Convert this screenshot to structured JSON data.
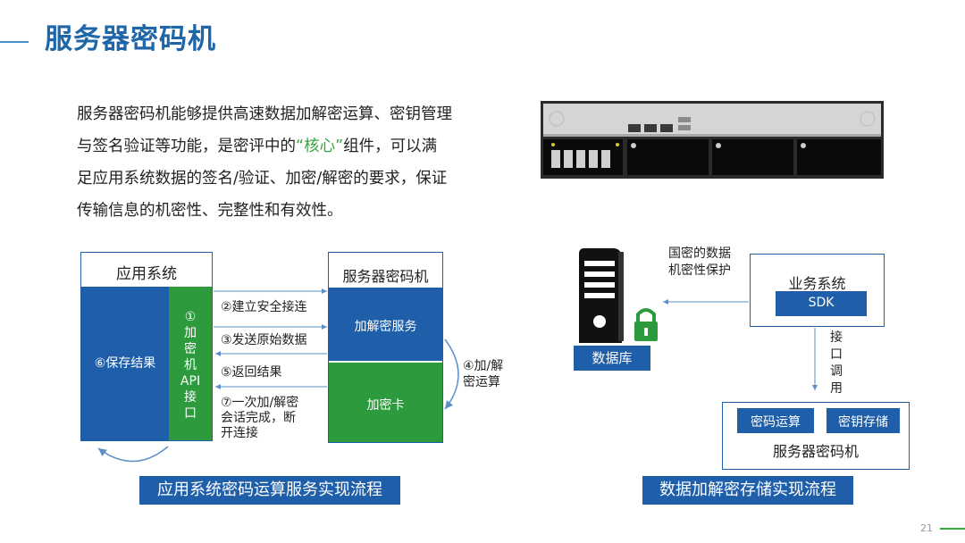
{
  "title": "服务器密码机",
  "intro": {
    "line1": "服务器密码机能够提供高速数据加解密运算、密钥管理",
    "line2_a": "与签名验证等功能，是密评中的",
    "line2_hl": "“核心”",
    "line2_b": "组件，可以满",
    "line3": "足应用系统数据的签名/验证、加密/解密的要求，保证",
    "line4": "传输信息的机密性、完整性和有效性。"
  },
  "left_diagram": {
    "app_system": "应用系统",
    "save_result": "⑥保存结果",
    "api_lines": [
      "①",
      "加",
      "密",
      "机",
      "API",
      "接",
      "口"
    ],
    "hsm_title": "服务器密码机",
    "encdec_service": "加解密服务",
    "crypto_card": "加密卡",
    "step2": "②建立安全接连",
    "step3": "③发送原始数据",
    "step5": "⑤返回结果",
    "step7_lines": [
      "⑦一次加/解密",
      "会话完成，断",
      "开连接"
    ],
    "step4_lines": [
      "④加/解",
      "密运算"
    ],
    "caption": "应用系统密码运算服务实现流程"
  },
  "right_diagram": {
    "database": "数据库",
    "protect_lines": [
      "国密的数据",
      "机密性保护"
    ],
    "business_system": "业务系统",
    "sdk": "SDK",
    "interface_lines": [
      "接",
      "口",
      "调",
      "用"
    ],
    "crypto_op": "密码运算",
    "key_storage": "密钥存储",
    "hsm": "服务器密码机",
    "caption": "数据加解密存储实现流程"
  },
  "page_number": "21",
  "colors": {
    "title": "#1e66a8",
    "blue": "#1f5faa",
    "green": "#2e9a3e",
    "highlight": "#3aa640"
  }
}
